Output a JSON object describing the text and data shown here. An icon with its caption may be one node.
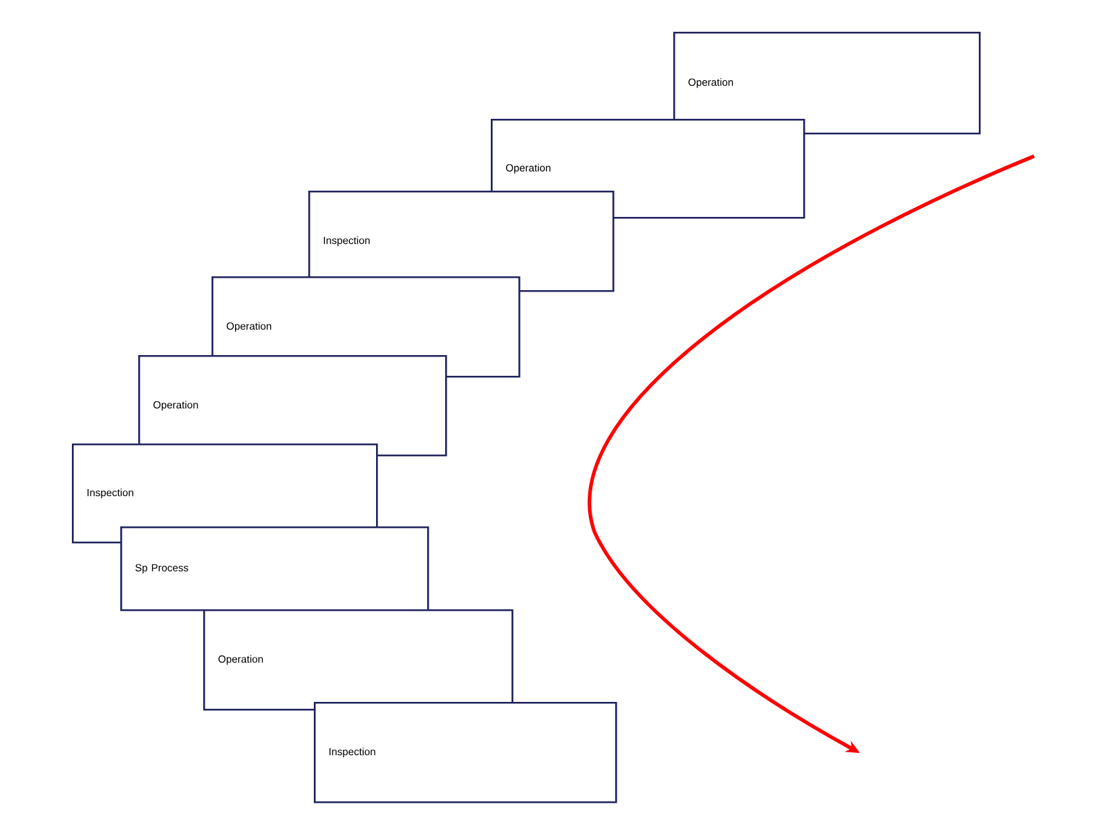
{
  "diagram": {
    "nodes": [
      {
        "text": [
          "Operation"
        ]
      },
      {
        "text": [
          "Operation"
        ]
      },
      {
        "text": [
          "Inspection"
        ]
      },
      {
        "text": [
          "Operation"
        ]
      },
      {
        "text": [
          "Operation"
        ]
      },
      {
        "text": [
          "Inspection"
        ]
      },
      {
        "text": [
          "Sp Process"
        ]
      },
      {
        "text": [
          "Operation"
        ]
      },
      {
        "text": [
          "Inspection"
        ]
      }
    ]
  }
}
